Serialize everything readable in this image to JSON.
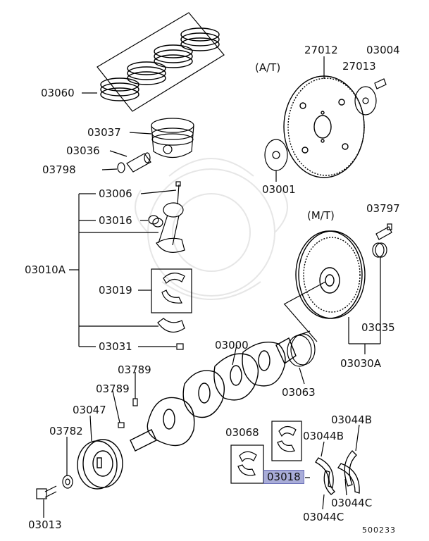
{
  "diagram": {
    "labels": {
      "p03060": "03060",
      "p03037": "03037",
      "p03036": "03036",
      "p03798": "03798",
      "p03006": "03006",
      "p03016": "03016",
      "p03010A": "03010A",
      "p03019": "03019",
      "p03031": "03031",
      "p03000": "03000",
      "p03789a": "03789",
      "p03789b": "03789",
      "p03047": "03047",
      "p03782": "03782",
      "p03013": "03013",
      "p03068": "03068",
      "p03018": "03018",
      "p03044B_1": "03044B",
      "p03044B_2": "03044B",
      "p03044C_1": "03044C",
      "p03044C_2": "03044C",
      "p03063": "03063",
      "p03030A": "03030A",
      "p03035": "03035",
      "p03797": "03797",
      "p27012": "27012",
      "p03004": "03004",
      "p27013": "27013",
      "p03001": "03001",
      "variant_at": "(A/T)",
      "variant_mt": "(M/T)",
      "diagram_code": "500233"
    },
    "highlighted_part": "03018",
    "highlight_color": "#a8acd8"
  }
}
